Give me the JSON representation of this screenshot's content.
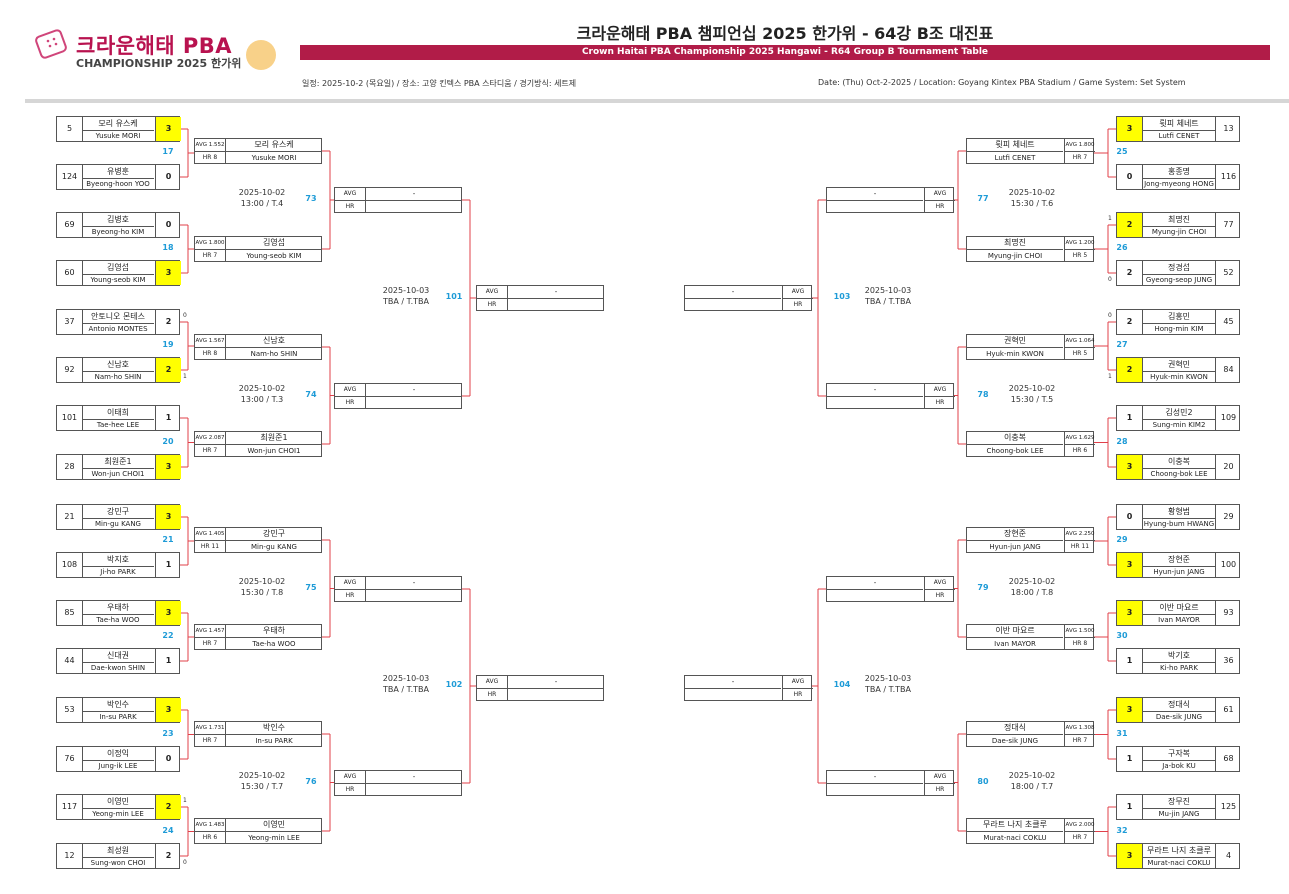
{
  "header": {
    "logo_main": "크라운해태 PBA",
    "logo_sub": "CHAMPIONSHIP 2025 한가위",
    "title": "크라운해태 PBA 챔피언십 2025 한가위 - 64강 B조 대진표",
    "subtitle": "Crown Haitai PBA Championship 2025 Hangawi - R64 Group B Tournament Table",
    "info_kr": "일정: 2025-10-2 (목요일) / 장소: 고양 킨텍스 PBA 스타디움 / 경기방식: 세트제",
    "info_en": "Date: (Thu) Oct-2-2025 / Location: Goyang Kintex PBA Stadium / Game System: Set System"
  },
  "colors": {
    "brand": "#b11c48",
    "winner": "#ffff00",
    "match_number": "#1e9bd7",
    "bracket_line": "#e0404a"
  },
  "r64_left": [
    {
      "seed": "5",
      "kr": "모리 유스케",
      "en": "Yusuke MORI",
      "score": "3",
      "win": true,
      "tb": ""
    },
    {
      "seed": "124",
      "kr": "유병훈",
      "en": "Byeong-hoon YOO",
      "score": "0",
      "win": false,
      "tb": ""
    },
    {
      "seed": "69",
      "kr": "김병호",
      "en": "Byeong-ho KIM",
      "score": "0",
      "win": false,
      "tb": ""
    },
    {
      "seed": "60",
      "kr": "김영섭",
      "en": "Young-seob KIM",
      "score": "3",
      "win": true,
      "tb": ""
    },
    {
      "seed": "37",
      "kr": "안토니오 몬테스",
      "en": "Antonio MONTES",
      "score": "2",
      "win": false,
      "tb": "0"
    },
    {
      "seed": "92",
      "kr": "신남호",
      "en": "Nam-ho SHIN",
      "score": "2",
      "win": true,
      "tb": "1"
    },
    {
      "seed": "101",
      "kr": "이태희",
      "en": "Tae-hee LEE",
      "score": "1",
      "win": false,
      "tb": ""
    },
    {
      "seed": "28",
      "kr": "최원준1",
      "en": "Won-jun CHOI1",
      "score": "3",
      "win": true,
      "tb": ""
    },
    {
      "seed": "21",
      "kr": "강민구",
      "en": "Min-gu KANG",
      "score": "3",
      "win": true,
      "tb": ""
    },
    {
      "seed": "108",
      "kr": "박지호",
      "en": "Ji-ho PARK",
      "score": "1",
      "win": false,
      "tb": ""
    },
    {
      "seed": "85",
      "kr": "우태하",
      "en": "Tae-ha WOO",
      "score": "3",
      "win": true,
      "tb": ""
    },
    {
      "seed": "44",
      "kr": "신대권",
      "en": "Dae-kwon SHIN",
      "score": "1",
      "win": false,
      "tb": ""
    },
    {
      "seed": "53",
      "kr": "박인수",
      "en": "In-su PARK",
      "score": "3",
      "win": true,
      "tb": ""
    },
    {
      "seed": "76",
      "kr": "이정익",
      "en": "Jung-ik LEE",
      "score": "0",
      "win": false,
      "tb": ""
    },
    {
      "seed": "117",
      "kr": "이영민",
      "en": "Yeong-min LEE",
      "score": "2",
      "win": true,
      "tb": "1"
    },
    {
      "seed": "12",
      "kr": "최성원",
      "en": "Sung-won CHOI",
      "score": "2",
      "win": false,
      "tb": "0"
    }
  ],
  "r64_right": [
    {
      "seed": "13",
      "kr": "륏피 체네트",
      "en": "Lutfi CENET",
      "score": "3",
      "win": true,
      "tb": ""
    },
    {
      "seed": "116",
      "kr": "홍종명",
      "en": "Jong-myeong HONG",
      "score": "0",
      "win": false,
      "tb": ""
    },
    {
      "seed": "77",
      "kr": "최명진",
      "en": "Myung-jin CHOI",
      "score": "2",
      "win": true,
      "tb": "1"
    },
    {
      "seed": "52",
      "kr": "정경섭",
      "en": "Gyeong-seop JUNG",
      "score": "2",
      "win": false,
      "tb": "0"
    },
    {
      "seed": "45",
      "kr": "김홍민",
      "en": "Hong-min KIM",
      "score": "2",
      "win": false,
      "tb": "0"
    },
    {
      "seed": "84",
      "kr": "권혁민",
      "en": "Hyuk-min KWON",
      "score": "2",
      "win": true,
      "tb": "1"
    },
    {
      "seed": "109",
      "kr": "김성민2",
      "en": "Sung-min KIM2",
      "score": "1",
      "win": false,
      "tb": ""
    },
    {
      "seed": "20",
      "kr": "이충복",
      "en": "Choong-bok LEE",
      "score": "3",
      "win": true,
      "tb": ""
    },
    {
      "seed": "29",
      "kr": "황형범",
      "en": "Hyung-bum HWANG",
      "score": "0",
      "win": false,
      "tb": ""
    },
    {
      "seed": "100",
      "kr": "장현준",
      "en": "Hyun-jun JANG",
      "score": "3",
      "win": true,
      "tb": ""
    },
    {
      "seed": "93",
      "kr": "이반 마요르",
      "en": "Ivan MAYOR",
      "score": "3",
      "win": true,
      "tb": ""
    },
    {
      "seed": "36",
      "kr": "박기호",
      "en": "Ki-ho PARK",
      "score": "1",
      "win": false,
      "tb": ""
    },
    {
      "seed": "61",
      "kr": "정대식",
      "en": "Dae-sik JUNG",
      "score": "3",
      "win": true,
      "tb": ""
    },
    {
      "seed": "68",
      "kr": "구자복",
      "en": "Ja-bok KU",
      "score": "1",
      "win": false,
      "tb": ""
    },
    {
      "seed": "125",
      "kr": "장무진",
      "en": "Mu-jin JANG",
      "score": "1",
      "win": false,
      "tb": ""
    },
    {
      "seed": "4",
      "kr": "무라트 나지 초클루",
      "en": "Murat-naci COKLU",
      "score": "3",
      "win": true,
      "tb": ""
    }
  ],
  "r64_match_numbers_left": [
    "17",
    "18",
    "19",
    "20",
    "21",
    "22",
    "23",
    "24"
  ],
  "r64_match_numbers_right": [
    "25",
    "26",
    "27",
    "28",
    "29",
    "30",
    "31",
    "32"
  ],
  "r32_left": [
    {
      "avg": "AVG 1.552",
      "hr": "HR 8",
      "kr": "모리 유스케",
      "en": "Yusuke MORI"
    },
    {
      "avg": "AVG 1.800",
      "hr": "HR 7",
      "kr": "김영섭",
      "en": "Young-seob KIM"
    },
    {
      "avg": "AVG 1.567",
      "hr": "HR 8",
      "kr": "신남호",
      "en": "Nam-ho SHIN"
    },
    {
      "avg": "AVG 2.087",
      "hr": "HR 7",
      "kr": "최원준1",
      "en": "Won-jun CHOI1"
    },
    {
      "avg": "AVG 1.405",
      "hr": "HR 11",
      "kr": "강민구",
      "en": "Min-gu KANG"
    },
    {
      "avg": "AVG 1.457",
      "hr": "HR 7",
      "kr": "우태하",
      "en": "Tae-ha WOO"
    },
    {
      "avg": "AVG 1.731",
      "hr": "HR 7",
      "kr": "박인수",
      "en": "In-su PARK"
    },
    {
      "avg": "AVG 1.483",
      "hr": "HR 6",
      "kr": "이영민",
      "en": "Yeong-min LEE"
    }
  ],
  "r32_right": [
    {
      "avg": "AVG 1.800",
      "hr": "HR 7",
      "kr": "륏피 체네트",
      "en": "Lutfi CENET"
    },
    {
      "avg": "AVG 1.200",
      "hr": "HR 5",
      "kr": "최명진",
      "en": "Myung-jin CHOI"
    },
    {
      "avg": "AVG 1.064",
      "hr": "HR 5",
      "kr": "권혁민",
      "en": "Hyuk-min KWON"
    },
    {
      "avg": "AVG 1.629",
      "hr": "HR 6",
      "kr": "이충복",
      "en": "Choong-bok LEE"
    },
    {
      "avg": "AVG 2.250",
      "hr": "HR 11",
      "kr": "장현준",
      "en": "Hyun-jun JANG"
    },
    {
      "avg": "AVG 1.500",
      "hr": "HR 8",
      "kr": "이반 마요르",
      "en": "Ivan MAYOR"
    },
    {
      "avg": "AVG 1.308",
      "hr": "HR 7",
      "kr": "정대식",
      "en": "Dae-sik JUNG"
    },
    {
      "avg": "AVG 2.000",
      "hr": "HR 7",
      "kr": "무라트 나지 초클루",
      "en": "Murat-naci COKLU"
    }
  ],
  "r32_matches_left": [
    {
      "num": "73",
      "date": "2025-10-02",
      "time": "13:00 / T.4"
    },
    {
      "num": "74",
      "date": "2025-10-02",
      "time": "13:00 / T.3"
    },
    {
      "num": "75",
      "date": "2025-10-02",
      "time": "15:30 / T.8"
    },
    {
      "num": "76",
      "date": "2025-10-02",
      "time": "15:30 / T.7"
    }
  ],
  "r32_matches_right": [
    {
      "num": "77",
      "date": "2025-10-02",
      "time": "15:30 / T.6"
    },
    {
      "num": "78",
      "date": "2025-10-02",
      "time": "15:30 / T.5"
    },
    {
      "num": "79",
      "date": "2025-10-02",
      "time": "18:00 / T.8"
    },
    {
      "num": "80",
      "date": "2025-10-02",
      "time": "18:00 / T.7"
    }
  ],
  "r16_matches_left": [
    {
      "num": "101",
      "date": "2025-10-03",
      "time": "TBA / T.TBA"
    },
    {
      "num": "102",
      "date": "2025-10-03",
      "time": "TBA / T.TBA"
    }
  ],
  "r16_matches_right": [
    {
      "num": "103",
      "date": "2025-10-03",
      "time": "TBA / T.TBA"
    },
    {
      "num": "104",
      "date": "2025-10-03",
      "time": "TBA / T.TBA"
    }
  ],
  "tbd": {
    "avg": "AVG",
    "hr": "HR",
    "name": "-"
  }
}
